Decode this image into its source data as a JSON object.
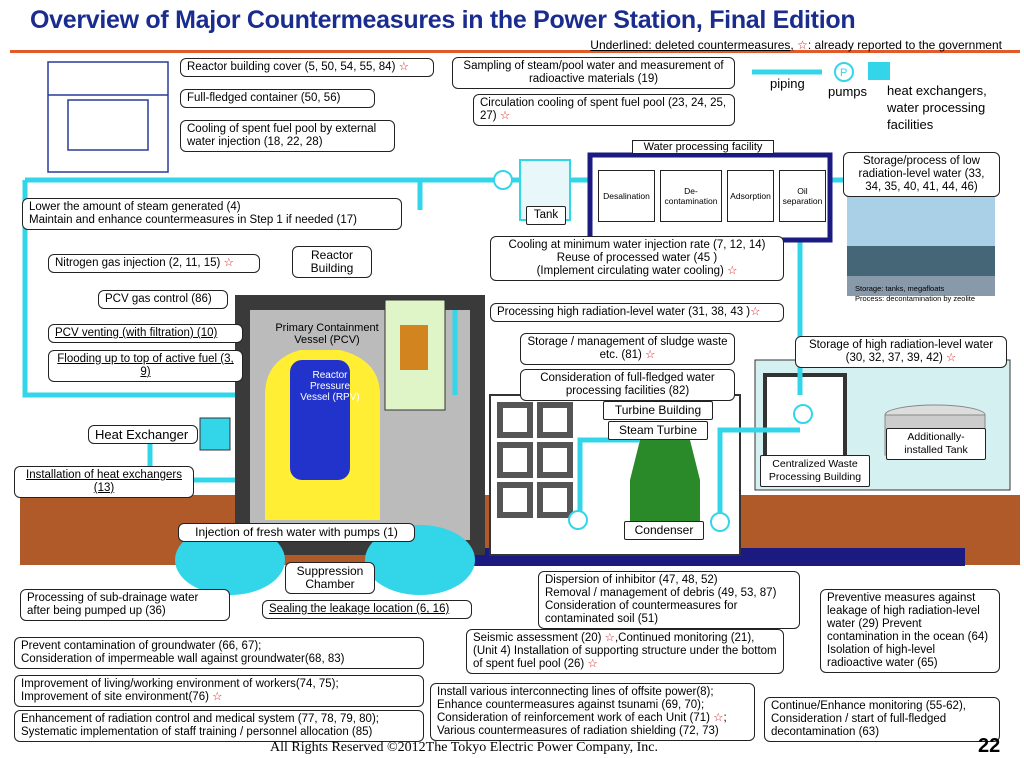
{
  "title": "Overview of Major Countermeasures in the Power Station, Final Edition",
  "note": {
    "underlined": "Underlined: deleted countermeasures,",
    "star": "☆",
    "reported": ": already reported to the government"
  },
  "legend": {
    "piping": "piping",
    "pumps": "pumps",
    "pump_symbol": "P",
    "hx": "heat exchangers, water processing facilities"
  },
  "labels": {
    "reactor_cover": "Reactor building cover (5, 50, 54, 55, 84)",
    "container": "Full-fledged container (50, 56)",
    "cooling_pool_ext": "Cooling of spent fuel pool by external water injection (18, 22, 28)",
    "sampling": "Sampling of steam/pool water and measurement of radioactive materials (19)",
    "circ_cooling": "Circulation cooling of spent fuel pool (23, 24, 25, 27)",
    "lower_steam": "Lower the amount of steam generated (4)",
    "maintain_step1": "Maintain and enhance countermeasures in Step 1 if needed (17)",
    "nitrogen": "Nitrogen gas injection (2, 11, 15)",
    "pcv_gas": "PCV gas control (86)",
    "pcv_venting": "PCV venting (with filtration) (10)",
    "flooding": "Flooding up to top of active fuel (3, 9)",
    "heat_exchanger": "Heat Exchanger",
    "install_hx": "Installation of heat exchangers (13)",
    "fresh_water": "Injection of fresh water with pumps (1)",
    "suppression": "Suppression Chamber",
    "sealing": "Sealing the leakage location (6, 16)",
    "subdrainage": "Processing of sub-drainage water after being pumped up (36)",
    "groundwater_1": "Prevent contamination of groundwater (66, 67);",
    "groundwater_2": "Consideration of impermeable wall against groundwater(68, 83)",
    "workers_1": "Improvement of living/working environment of workers(74, 75);",
    "workers_2": "Improvement of site environment(76)",
    "radiation_1": "Enhancement of radiation control and medical system (77, 78, 79, 80);",
    "radiation_2": "Systematic implementation of staff training / personnel allocation (85)",
    "offsite_1": "Install various interconnecting lines of offsite power(8);",
    "offsite_2": "Enhance countermeasures against tsunami (69, 70);",
    "offsite_3": "Consideration of reinforcement work of each Unit (71)",
    "offsite_4": "Various countermeasures of radiation shielding (72, 73)",
    "seismic_1": "Seismic assessment (20)",
    "seismic_2": ",Continued monitoring (21),",
    "seismic_3": "(Unit 4) Installation of supporting structure under the bottom of spent fuel pool (26)",
    "inhibitor_1": "Dispersion of inhibitor (47, 48, 52)",
    "inhibitor_2": "Removal / management of debris (49, 53, 87)",
    "inhibitor_3": "Consideration of countermeasures for contaminated soil (51)",
    "preventive": "Preventive measures against leakage of high radiation-level water (29) Prevent contamination in the ocean (64) Isolation of high-level radioactive water (65)",
    "monitoring_1": "Continue/Enhance monitoring (55-62),",
    "monitoring_2": "Consideration / start of full-fledged decontamination (63)",
    "min_injection_1": "Cooling at minimum water injection rate (7, 12, 14)",
    "min_injection_2": "Reuse of processed water (45 )",
    "min_injection_3": "(Implement circulating water cooling)",
    "processing_high": "Processing high radiation-level water (31, 38, 43 )",
    "sludge": "Storage / management of sludge waste etc. (81)",
    "full_water": "Consideration of full-fledged water processing facilities (82)",
    "storage_high": "Storage of high radiation-level water (30, 32, 37, 39, 42)",
    "storage_low": "Storage/process of low radiation-level water (33, 34, 35, 40, 41, 44, 46)",
    "photo_caption_1": "Storage: tanks, megafloats",
    "photo_caption_2": "Process: decontamination by zeolite",
    "water_facility": "Water processing facility",
    "desalination": "Desalination",
    "decontamination": "De-contamination",
    "adsorption": "Adsorption",
    "oil_sep": "Oil separation",
    "tank": "Tank",
    "reactor_building": "Reactor Building",
    "pcv": "Primary Containment Vessel (PCV)",
    "rpv": "Reactor Pressure Vessel (RPV)",
    "turbine_building": "Turbine Building",
    "steam_turbine": "Steam Turbine",
    "condenser": "Condenser",
    "centralized_waste": "Centralized Waste Processing Building",
    "add_tank": "Additionally-installed Tank"
  },
  "footer": "All Rights Reserved ©2012The Tokyo Electric Power Company, Inc.",
  "page_number": "22",
  "colors": {
    "title": "#1a2d8f",
    "piping": "#33d6e8",
    "navy": "#1a1a80",
    "ground": "#b05a2a",
    "building": "#555555",
    "condenser": "#2a8a2a",
    "pcv": "#ffee33",
    "rpv": "#2233cc"
  }
}
